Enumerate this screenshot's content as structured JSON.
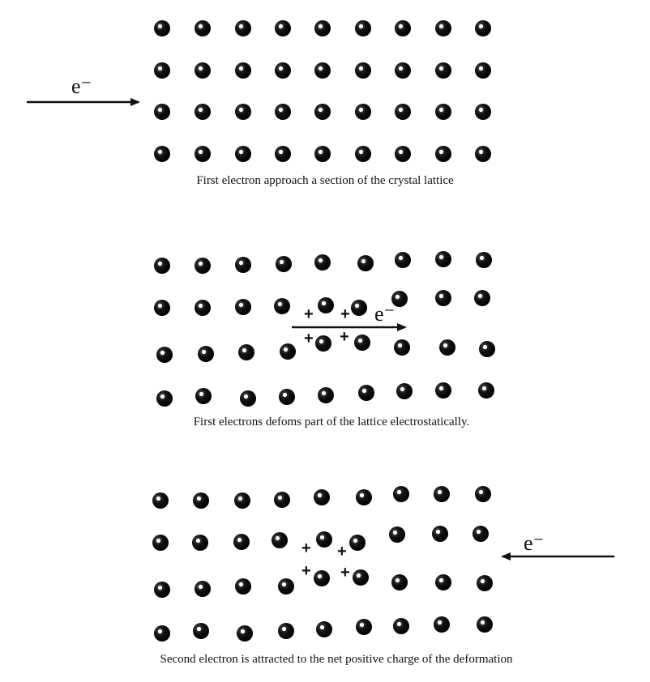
{
  "panels": [
    {
      "caption": "First electron approach a section of the crystal lattice",
      "electron_label": "e⁻",
      "charges": []
    },
    {
      "caption": "First electrons defoms part of the lattice electrostatically.",
      "electron_label": "e⁻",
      "charges": [
        "+",
        "+",
        "+",
        "+"
      ]
    },
    {
      "caption": "Second electron is attracted to the net positive charge of the deformation",
      "electron_label": "e⁻",
      "charges": [
        "+",
        "+",
        "+",
        "+"
      ]
    }
  ],
  "colors": {
    "ion": "#111111",
    "ion_highlight": "#ffffff",
    "arrow": "#111111",
    "text": "#111111"
  }
}
